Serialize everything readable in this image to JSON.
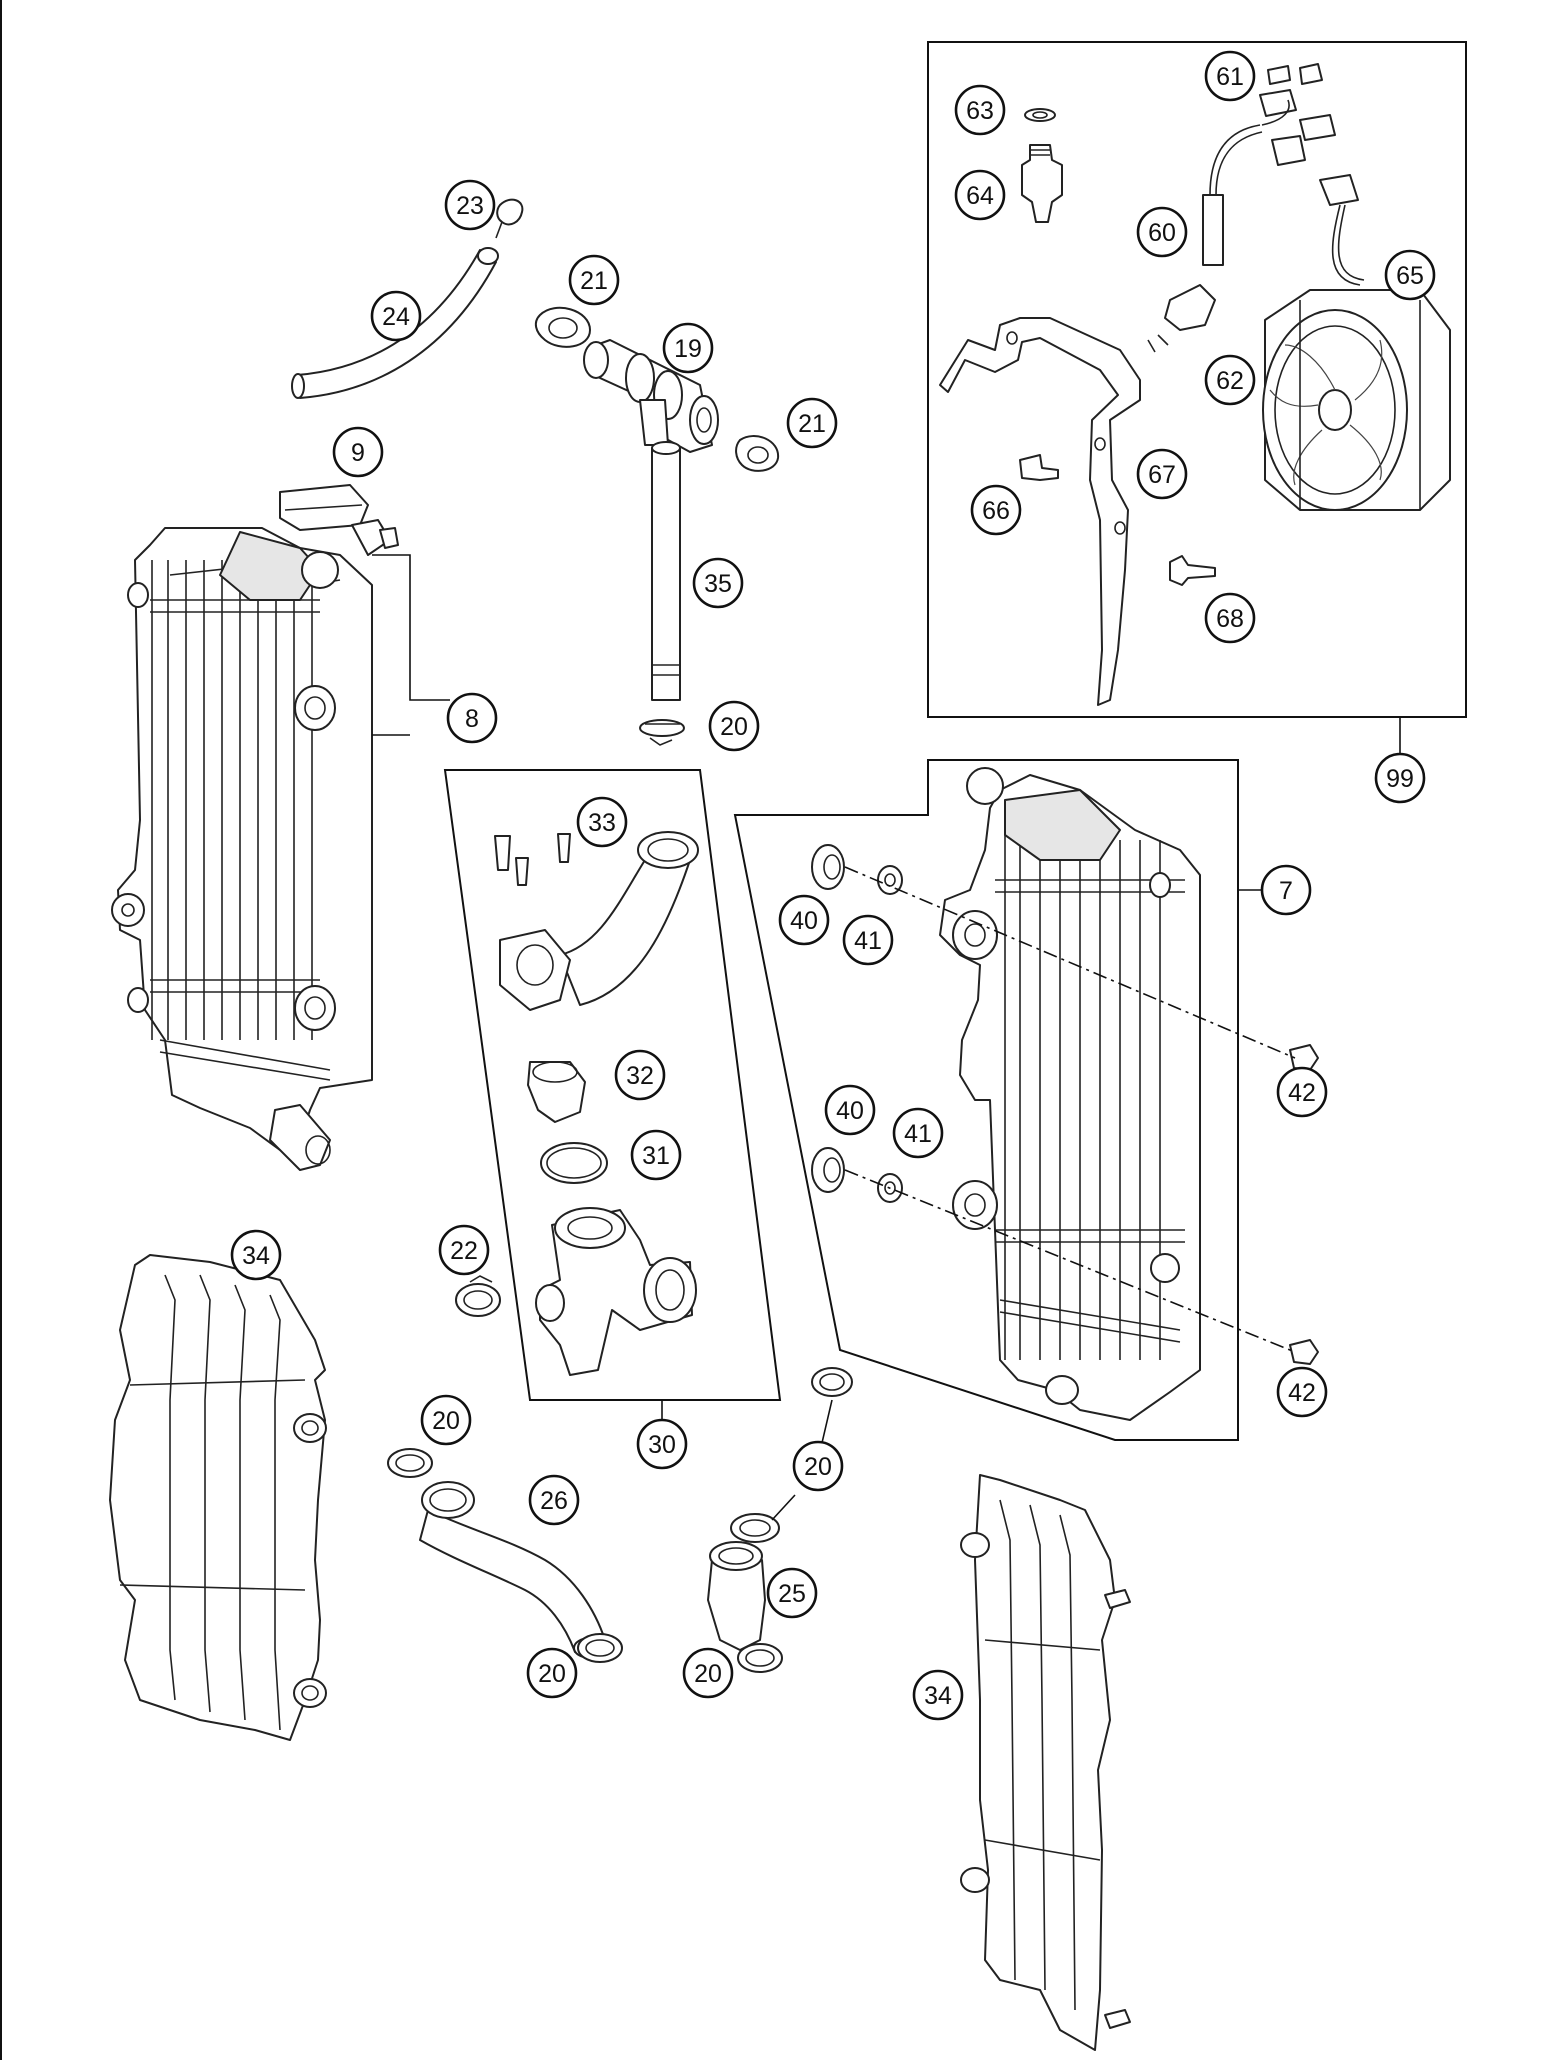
{
  "callouts": {
    "c9": "9",
    "c8": "8",
    "c23": "23",
    "c24": "24",
    "c21a": "21",
    "c19": "19",
    "c21b": "21",
    "c35": "35",
    "c20a": "20",
    "c33": "33",
    "c32": "32",
    "c31": "31",
    "c22": "22",
    "c30": "30",
    "c40a": "40",
    "c41a": "41",
    "c7": "7",
    "c42a": "42",
    "c40b": "40",
    "c41b": "41",
    "c42b": "42",
    "c34a": "34",
    "c20b": "20",
    "c26": "26",
    "c20c": "20",
    "c20d": "20",
    "c25": "25",
    "c20e": "20",
    "c34b": "34",
    "c61": "61",
    "c63": "63",
    "c64": "64",
    "c60": "60",
    "c65": "65",
    "c62": "62",
    "c66": "66",
    "c67": "67",
    "c68": "68",
    "c99": "99"
  }
}
